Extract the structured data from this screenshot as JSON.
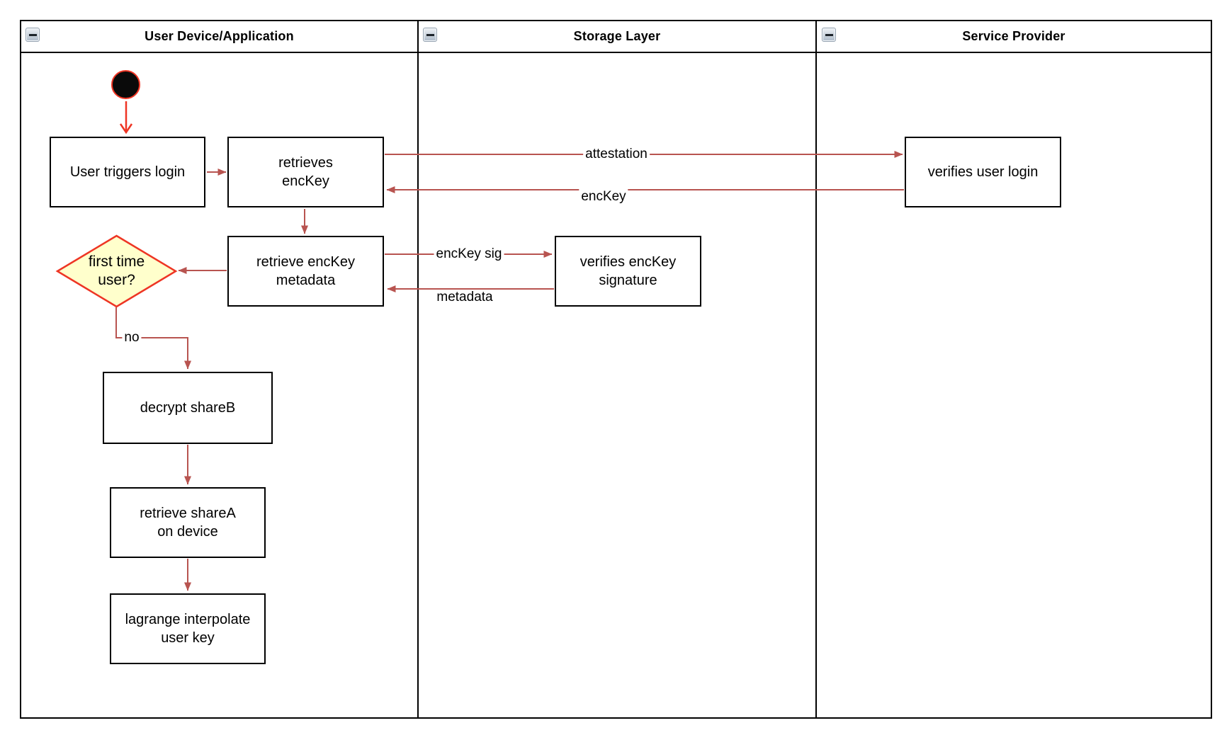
{
  "lanes": [
    {
      "title": "User Device/Application"
    },
    {
      "title": "Storage Layer"
    },
    {
      "title": "Service Provider"
    }
  ],
  "nodes": {
    "user_triggers_login": "User triggers login",
    "retrieves_enckey": "retrieves\nencKey",
    "retrieve_enckey_metadata": "retrieve encKey\nmetadata",
    "verifies_enckey_signature": "verifies encKey\nsignature",
    "verifies_user_login": "verifies user login",
    "first_time_user": "first time\nuser?",
    "decrypt_shareb": "decrypt shareB",
    "retrieve_sharea": "retrieve shareA\non device",
    "lagrange_interpolate": "lagrange interpolate\nuser key"
  },
  "edge_labels": {
    "attestation": "attestation",
    "enckey": "encKey",
    "enckey_sig": "encKey sig",
    "metadata": "metadata",
    "no": "no"
  },
  "colors": {
    "arrow": "#B85450",
    "accent_red": "#EE3524",
    "decision_fill": "#FFFFCC",
    "node_border": "#000000"
  }
}
